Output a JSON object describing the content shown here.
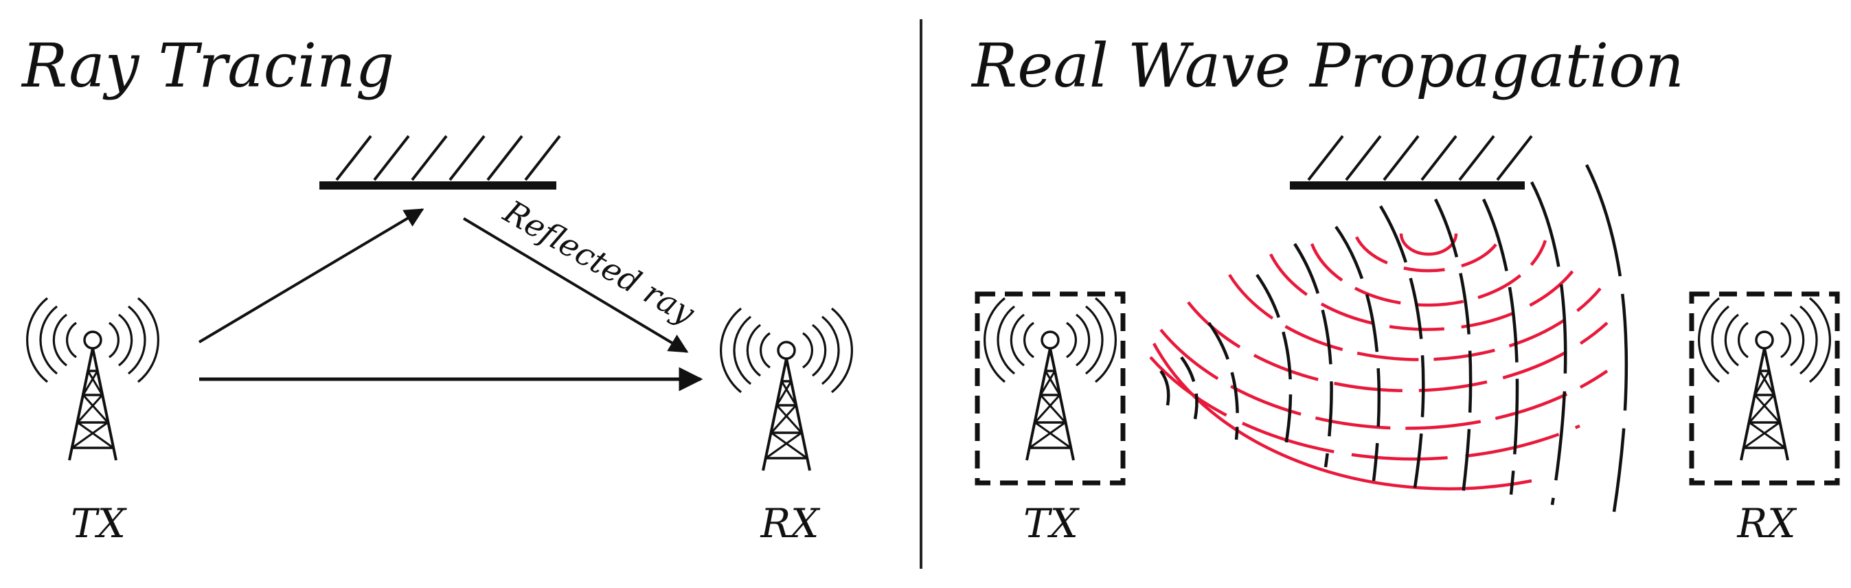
{
  "left_panel": {
    "title": "Ray Tracing",
    "tx_label": "TX",
    "rx_label": "RX",
    "reflected_label": "Reflected ray"
  },
  "right_panel": {
    "title": "Real Wave Propagation",
    "tx_label": "TX",
    "rx_label": "RX"
  },
  "colors": {
    "ink": "#111111",
    "wave_red": "#e8193b",
    "wave_black": "#111111"
  }
}
